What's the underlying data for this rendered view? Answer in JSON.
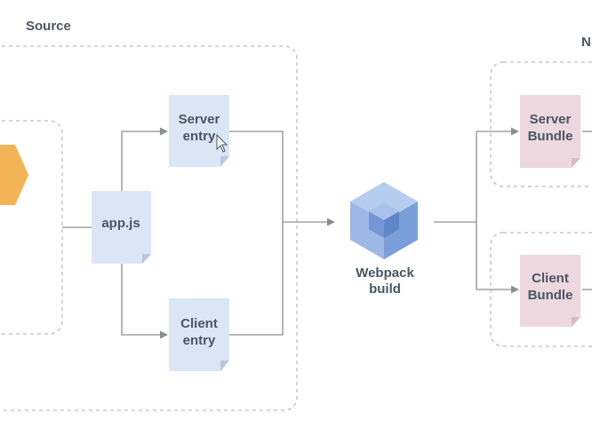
{
  "labels": {
    "source": "Source",
    "node_partial": "N"
  },
  "nodes": {
    "server_entry": [
      "Server",
      "entry"
    ],
    "client_entry": [
      "Client",
      "entry"
    ],
    "app_js": "app.js",
    "webpack": [
      "Webpack",
      "build"
    ],
    "server_bundle": [
      "Server",
      "Bundle"
    ],
    "client_bundle": [
      "Client",
      "Bundle"
    ]
  },
  "colors": {
    "source_file": "#dbe6f5",
    "bundle_file": "#ecd8de",
    "hexagon": "#f2b456",
    "webpack_cube": "#7b9fd8",
    "connector": "#8a8f96",
    "dashed_border": "#b9bcc1",
    "text": "#4a5663"
  }
}
